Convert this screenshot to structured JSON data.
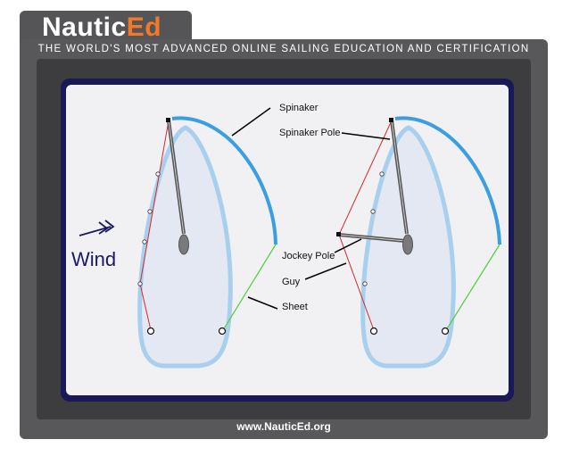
{
  "header": {
    "logo_part1": "Nautic",
    "logo_part2": "Ed",
    "tagline": "THE WORLD'S MOST ADVANCED ONLINE SAILING EDUCATION AND CERTIFICATION"
  },
  "diagram": {
    "wind_label": "Wind",
    "labels": {
      "spinaker": "Spinaker",
      "spinaker_pole": "Spinaker Pole",
      "jockey_pole": "Jockey Pole",
      "guy": "Guy",
      "sheet": "Sheet"
    },
    "colors": {
      "hull_outline": "#a8d0ee",
      "hull_fill": "#e4e8f3",
      "spinnaker": "#3b9ee0",
      "guy_line": "#d62a2a",
      "sheet_line": "#4fcf3a",
      "pole": "#555555",
      "wind_arrow": "#1b1860"
    }
  },
  "footer": {
    "url": "www.NauticEd.org"
  }
}
